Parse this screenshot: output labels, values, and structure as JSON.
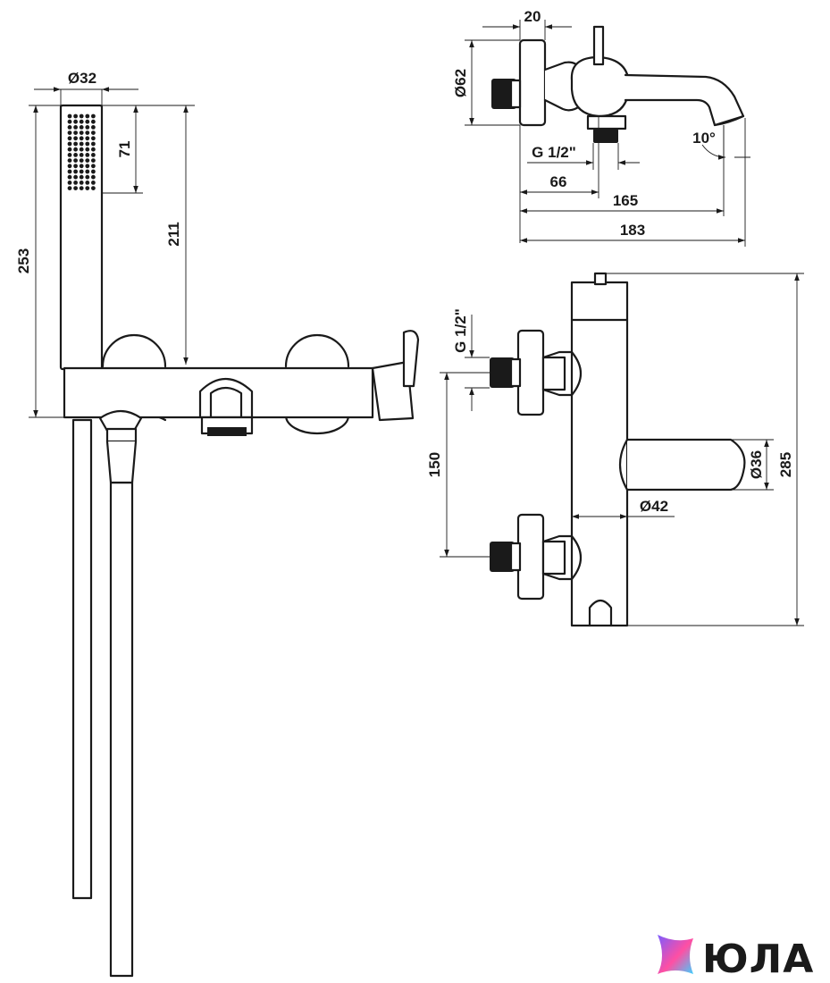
{
  "dimensions": {
    "handshower_diameter": "Ø32",
    "spray_height": "71",
    "handshower_to_body": "211",
    "handshower_length": "253",
    "rosette_diameter": "Ø62",
    "rosette_depth": "20",
    "thread_top": "G 1/2\"",
    "center_offset": "66",
    "spout_length": "165",
    "overall_depth": "183",
    "spout_angle": "10°",
    "thread_side": "G 1/2\"",
    "inlet_spacing": "150",
    "spout_diameter": "Ø36",
    "body_diameter": "Ø42",
    "body_height": "285"
  },
  "brand": {
    "name": "ЮЛА",
    "logo_colors": [
      "#7b5cff",
      "#ff4fa3",
      "#3fd0ff"
    ]
  }
}
